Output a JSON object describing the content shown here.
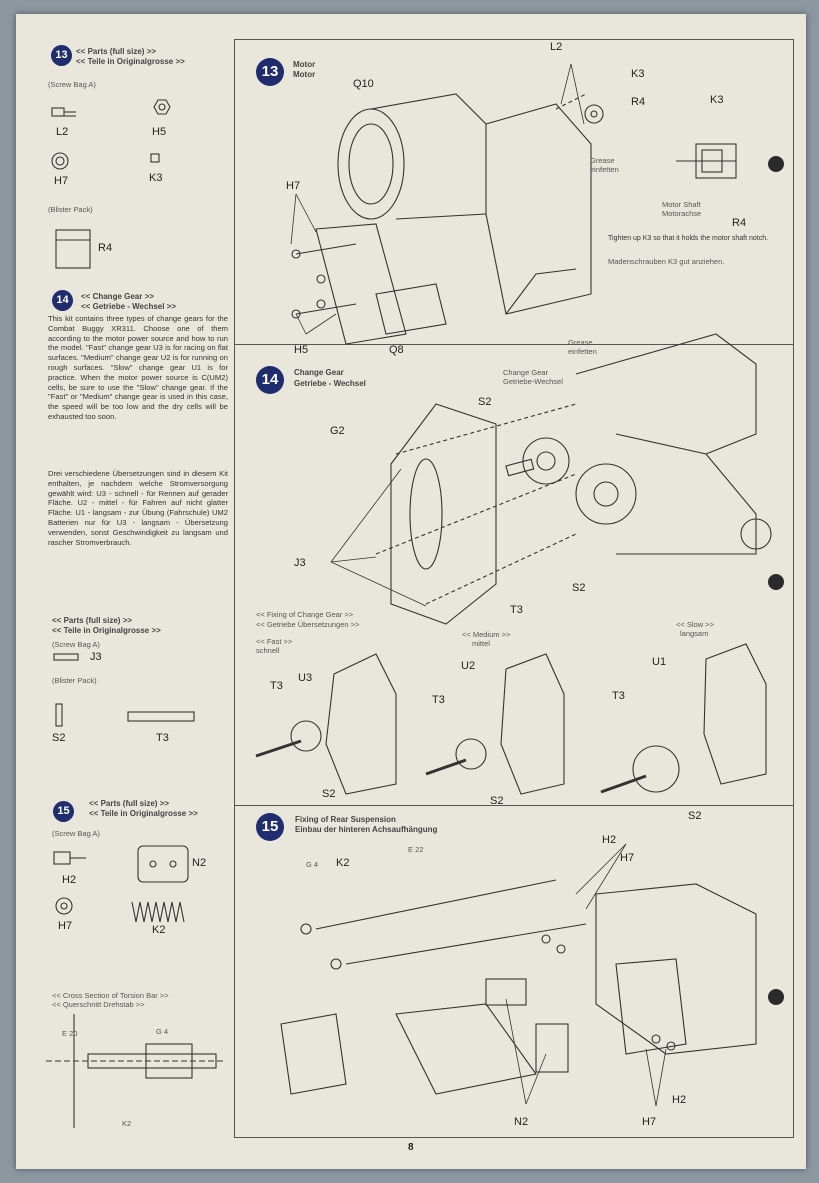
{
  "page_number": "8",
  "left": {
    "s13": {
      "num": "13",
      "parts_en": "<< Parts (full size) >>",
      "parts_de": "<< Teile in Originalgrosse >>",
      "bag": "(Screw Bag A)",
      "l2": "L2",
      "h5": "H5",
      "h7": "H7",
      "k3": "K3",
      "blister": "(Blister Pack)",
      "r4": "R4"
    },
    "s14": {
      "num": "14",
      "head_en": "<< Change Gear >>",
      "head_de": "<< Getriebe - Wechsel >>",
      "text_en": "This kit contains three types of change gears for the Combat Buggy XR311. Choose one of them according to the motor power source and how to run the model. \"Fast\" change gear U3 is for racing on flat surfaces. \"Medium\" change gear U2 is for running on rough surfaces. \"Slow\" change gear U1 is for practice. When the motor power source is C(UM2) cells, be sure to use the \"Slow\" change gear. If the \"Fast\" or \"Medium\" change gear is used in this case, the speed will be too low and the dry cells will be exhausted too soon.",
      "text_de": "Drei verschiedene Übersetzungen sind in diesem Kit enthalten, je nachdem welche Stromversorgung gewählt wird: U3 - schnell - für Rennen auf gerader Fläche. U2 - mittel - für Fahren auf nicht glatter Fläche. U1 - langsam - zur Übung (Fahrschule) UM2 Batterien nur für U3 - langsam - Übersetzung verwenden, sonst Geschwindigkeit zu langsam und rascher Stromverbrauch.",
      "parts_en": "<< Parts (full size) >>",
      "parts_de": "<< Teile in Originalgrosse >>",
      "bag": "(Screw Bag A)",
      "j3": "J3",
      "blister": "(Blister Pack)",
      "s2": "S2",
      "t3": "T3"
    },
    "s15": {
      "num": "15",
      "parts_en": "<< Parts (full size) >>",
      "parts_de": "<< Teile in Originalgrosse >>",
      "bag": "(Screw Bag A)",
      "h2": "H2",
      "n2": "N2",
      "h7": "H7",
      "k2": "K2",
      "section": "<< Cross Section of Torsion Bar >>",
      "section_de": "<< Querschnitt Drehstab >>",
      "e20": "E 20",
      "g4": "G 4",
      "k2b": "K2"
    }
  },
  "right": {
    "s13": {
      "num": "13",
      "title_en": "Motor",
      "title_de": "Motor",
      "labels": {
        "q10": "Q10",
        "l2": "L2",
        "k3": "K3",
        "r4": "R4",
        "h7": "H7",
        "h5": "H5",
        "q8": "Q8",
        "k3b": "K3",
        "r4b": "R4"
      },
      "grease": "Grease",
      "grease_de": "einfetten",
      "shaft": "Motor Shaft",
      "shaft_de": "Motorachse",
      "note_en": "Tighten up K3 so that it holds the motor shaft notch.",
      "note_de": "Madenschrauben K3 gut anziehen."
    },
    "s14": {
      "num": "14",
      "title_en": "Change Gear",
      "title_de": "Getriebe - Wechsel",
      "grease": "Grease",
      "grease_de": "einfetten",
      "cg": "Change Gear",
      "cg_de": "Getriebe-Wechsel",
      "labels": {
        "s2a": "S2",
        "g2": "G2",
        "j3": "J3",
        "t3": "T3",
        "s2b": "S2"
      },
      "fixing_en": "<< Fixing of Change Gear >>",
      "fixing_de": "<< Getriebe Übersetzungen >>",
      "fast": "<< Fast >>",
      "fast_de": "schnell",
      "medium": "<< Medium >>",
      "medium_de": "mittel",
      "slow": "<< Slow >>",
      "slow_de": "langsam",
      "g_fast": {
        "t3": "T3",
        "u": "U3",
        "s2": "S2"
      },
      "g_med": {
        "t3": "T3",
        "u": "U2",
        "s2": "S2"
      },
      "g_slow": {
        "t3": "T3",
        "u": "U1",
        "s2": "S2"
      }
    },
    "s15": {
      "num": "15",
      "title_en": "Fixing of Rear Suspension",
      "title_de": "Einbau der hinteren Achsaufhängung",
      "labels": {
        "g4": "G 4",
        "k2": "K2",
        "e22": "E 22",
        "h2a": "H2",
        "h7a": "H7",
        "n2": "N2",
        "h7b": "H7",
        "h2b": "H2"
      }
    }
  }
}
